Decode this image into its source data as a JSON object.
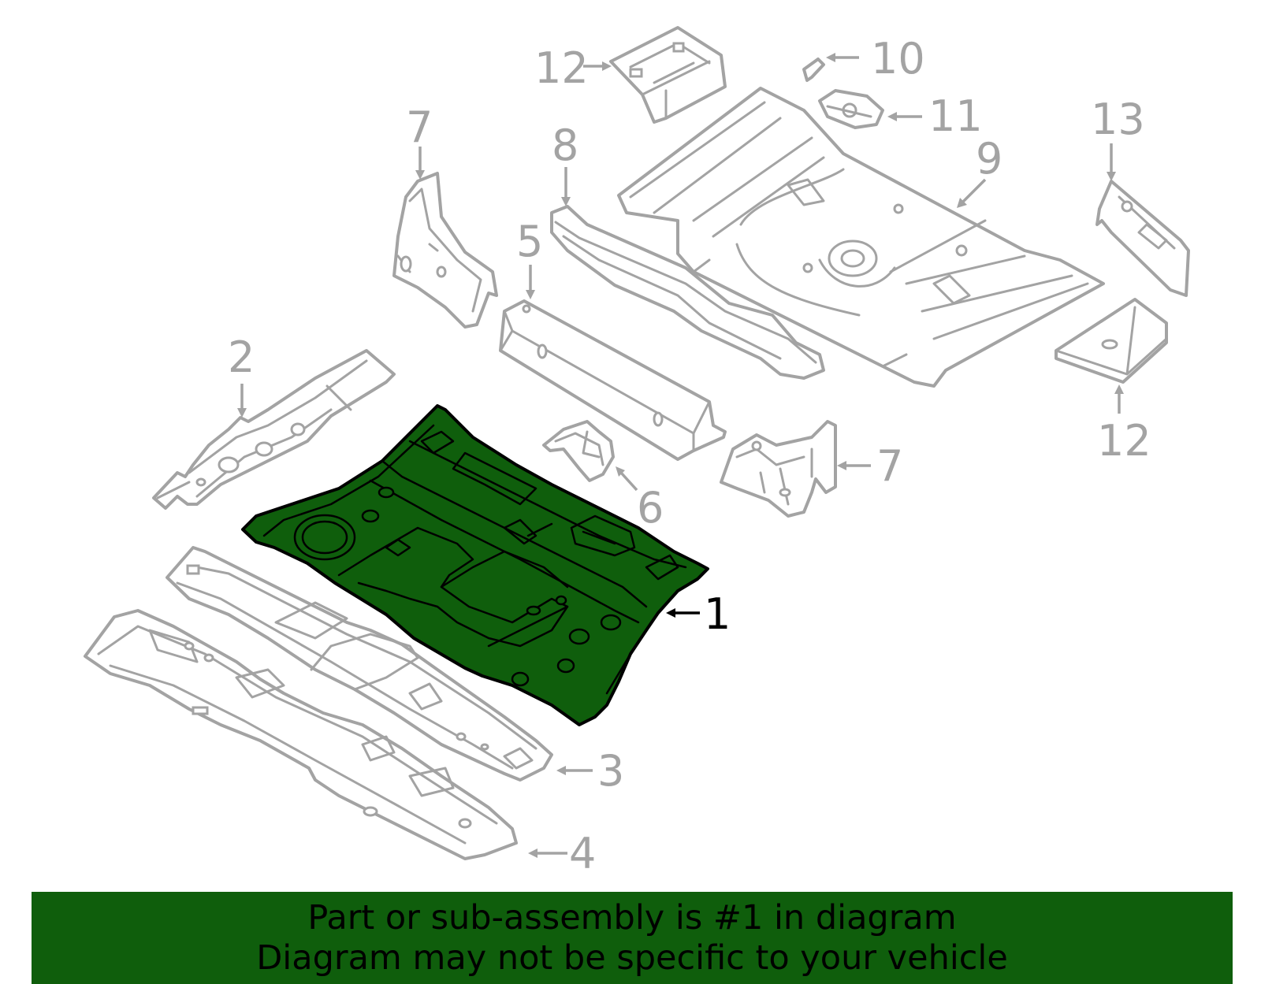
{
  "diagram": {
    "callouts": [
      {
        "id": "1",
        "label": "1",
        "highlighted": true
      },
      {
        "id": "2",
        "label": "2"
      },
      {
        "id": "3",
        "label": "3"
      },
      {
        "id": "4",
        "label": "4"
      },
      {
        "id": "5",
        "label": "5"
      },
      {
        "id": "6",
        "label": "6"
      },
      {
        "id": "7a",
        "label": "7"
      },
      {
        "id": "7b",
        "label": "7"
      },
      {
        "id": "8",
        "label": "8"
      },
      {
        "id": "9",
        "label": "9"
      },
      {
        "id": "10",
        "label": "10"
      },
      {
        "id": "11",
        "label": "11"
      },
      {
        "id": "12a",
        "label": "12"
      },
      {
        "id": "12b",
        "label": "12"
      },
      {
        "id": "13",
        "label": "13"
      }
    ]
  },
  "banner": {
    "line1": "Part or sub-assembly is #1 in diagram",
    "line2": "Diagram may not be specific to your vehicle",
    "background": "#0f5e0c"
  },
  "colors": {
    "highlight_fill": "#0f5e0c",
    "part_outline": "#a3a3a3",
    "highlight_outline": "#000000"
  }
}
